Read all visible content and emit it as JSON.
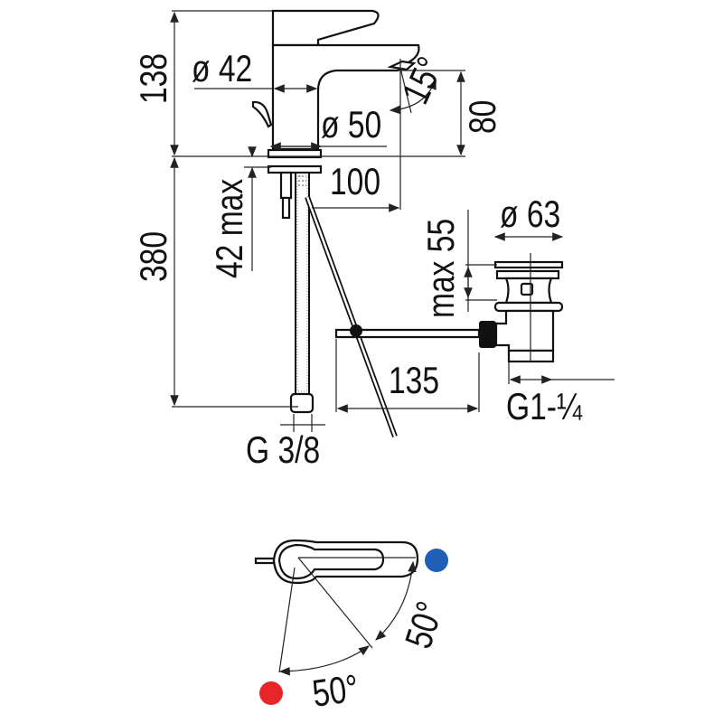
{
  "dimensions": {
    "height_total": "138",
    "spout_height": "80",
    "body_diameter": "ø 42",
    "base_diameter": "ø 50",
    "spout_angle": "15°",
    "spout_reach": "100",
    "max_deck_thickness": "42 max",
    "hose_length": "380",
    "hose_thread": "G 3/8",
    "waste_diameter": "ø 63",
    "waste_max_thickness": "max 55",
    "rod_length": "135",
    "waste_thread": "G1-¼"
  },
  "lever_rotation": {
    "hot_angle": "50°",
    "cold_angle": "50°"
  },
  "colors": {
    "hot": "#e8262a",
    "cold": "#1f5fb5",
    "line": "#222222"
  }
}
